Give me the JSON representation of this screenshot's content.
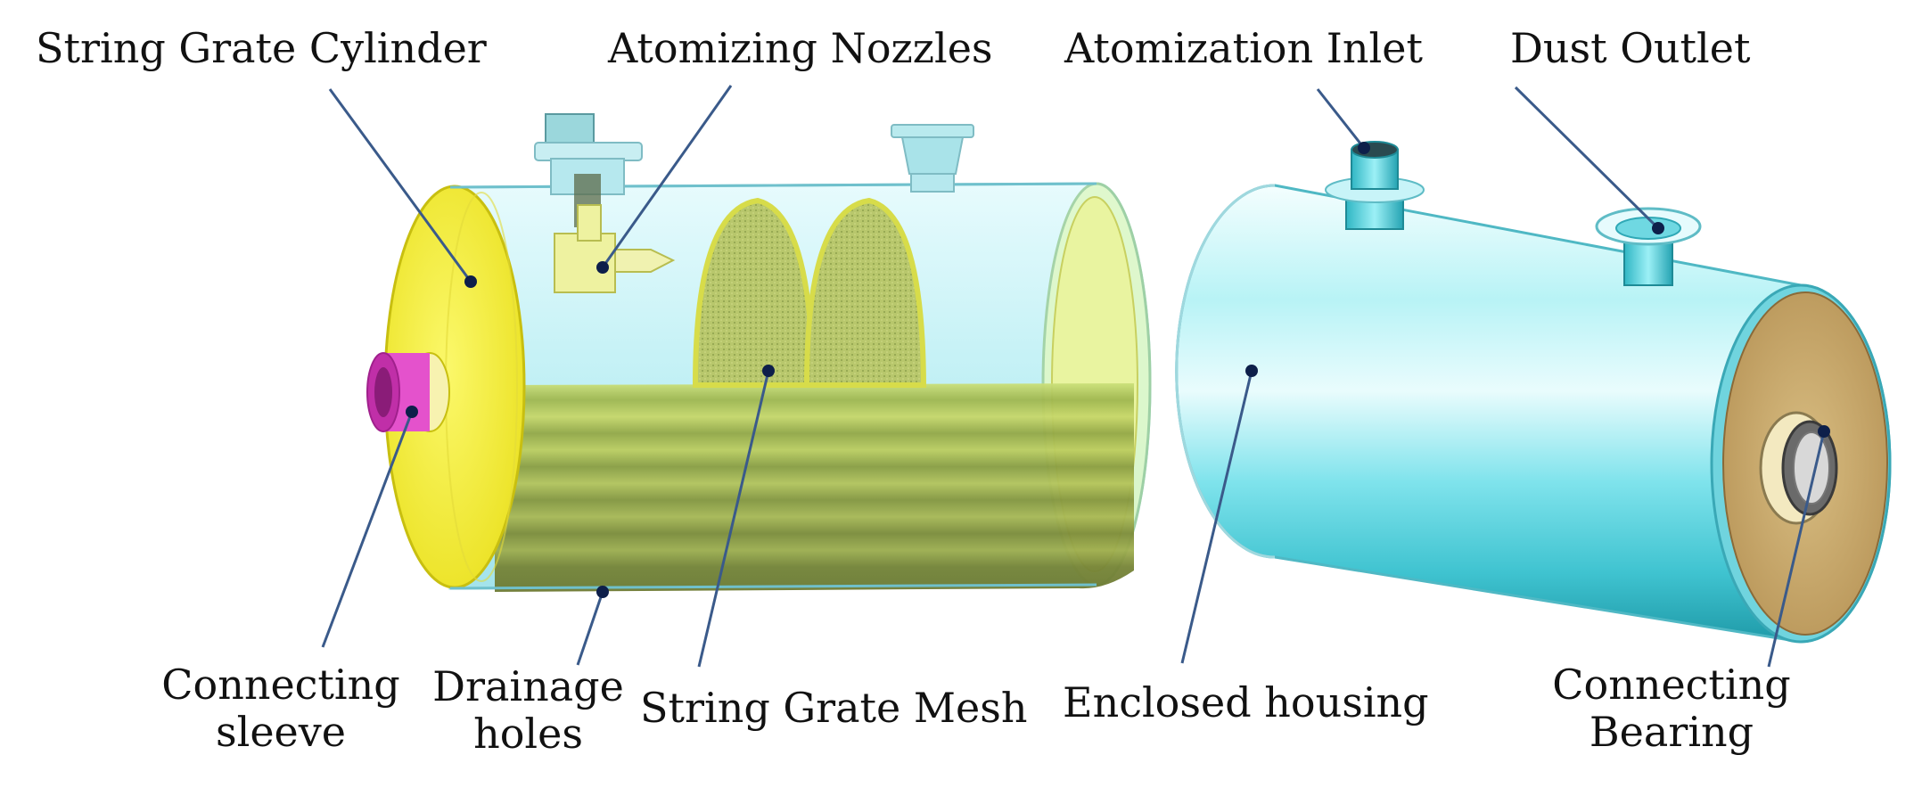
{
  "labels": {
    "string_grate_cylinder": "String Grate Cylinder",
    "atomizing_nozzles": "Atomizing Nozzles",
    "atomization_inlet": "Atomization Inlet",
    "dust_outlet": "Dust Outlet",
    "connecting_sleeve_line1": "Connecting",
    "connecting_sleeve_line2": "sleeve",
    "drainage_holes_line1": "Drainage",
    "drainage_holes_line2": "holes",
    "string_grate_mesh": "String Grate Mesh",
    "enclosed_housing": "Enclosed housing",
    "connecting_bearing_line1": "Connecting",
    "connecting_bearing_line2": "Bearing"
  },
  "colors": {
    "end_cap_yellow": "#f5f03a",
    "glass_cyan": "#bfeef2",
    "mesh_green": "#a8c060",
    "sleeve_magenta": "#e040c8",
    "housing_cyan": "#7fe6ee",
    "housing_end": "#c8a868",
    "leader_line": "#3a5a8a",
    "leader_dot": "#0d1f4a"
  }
}
